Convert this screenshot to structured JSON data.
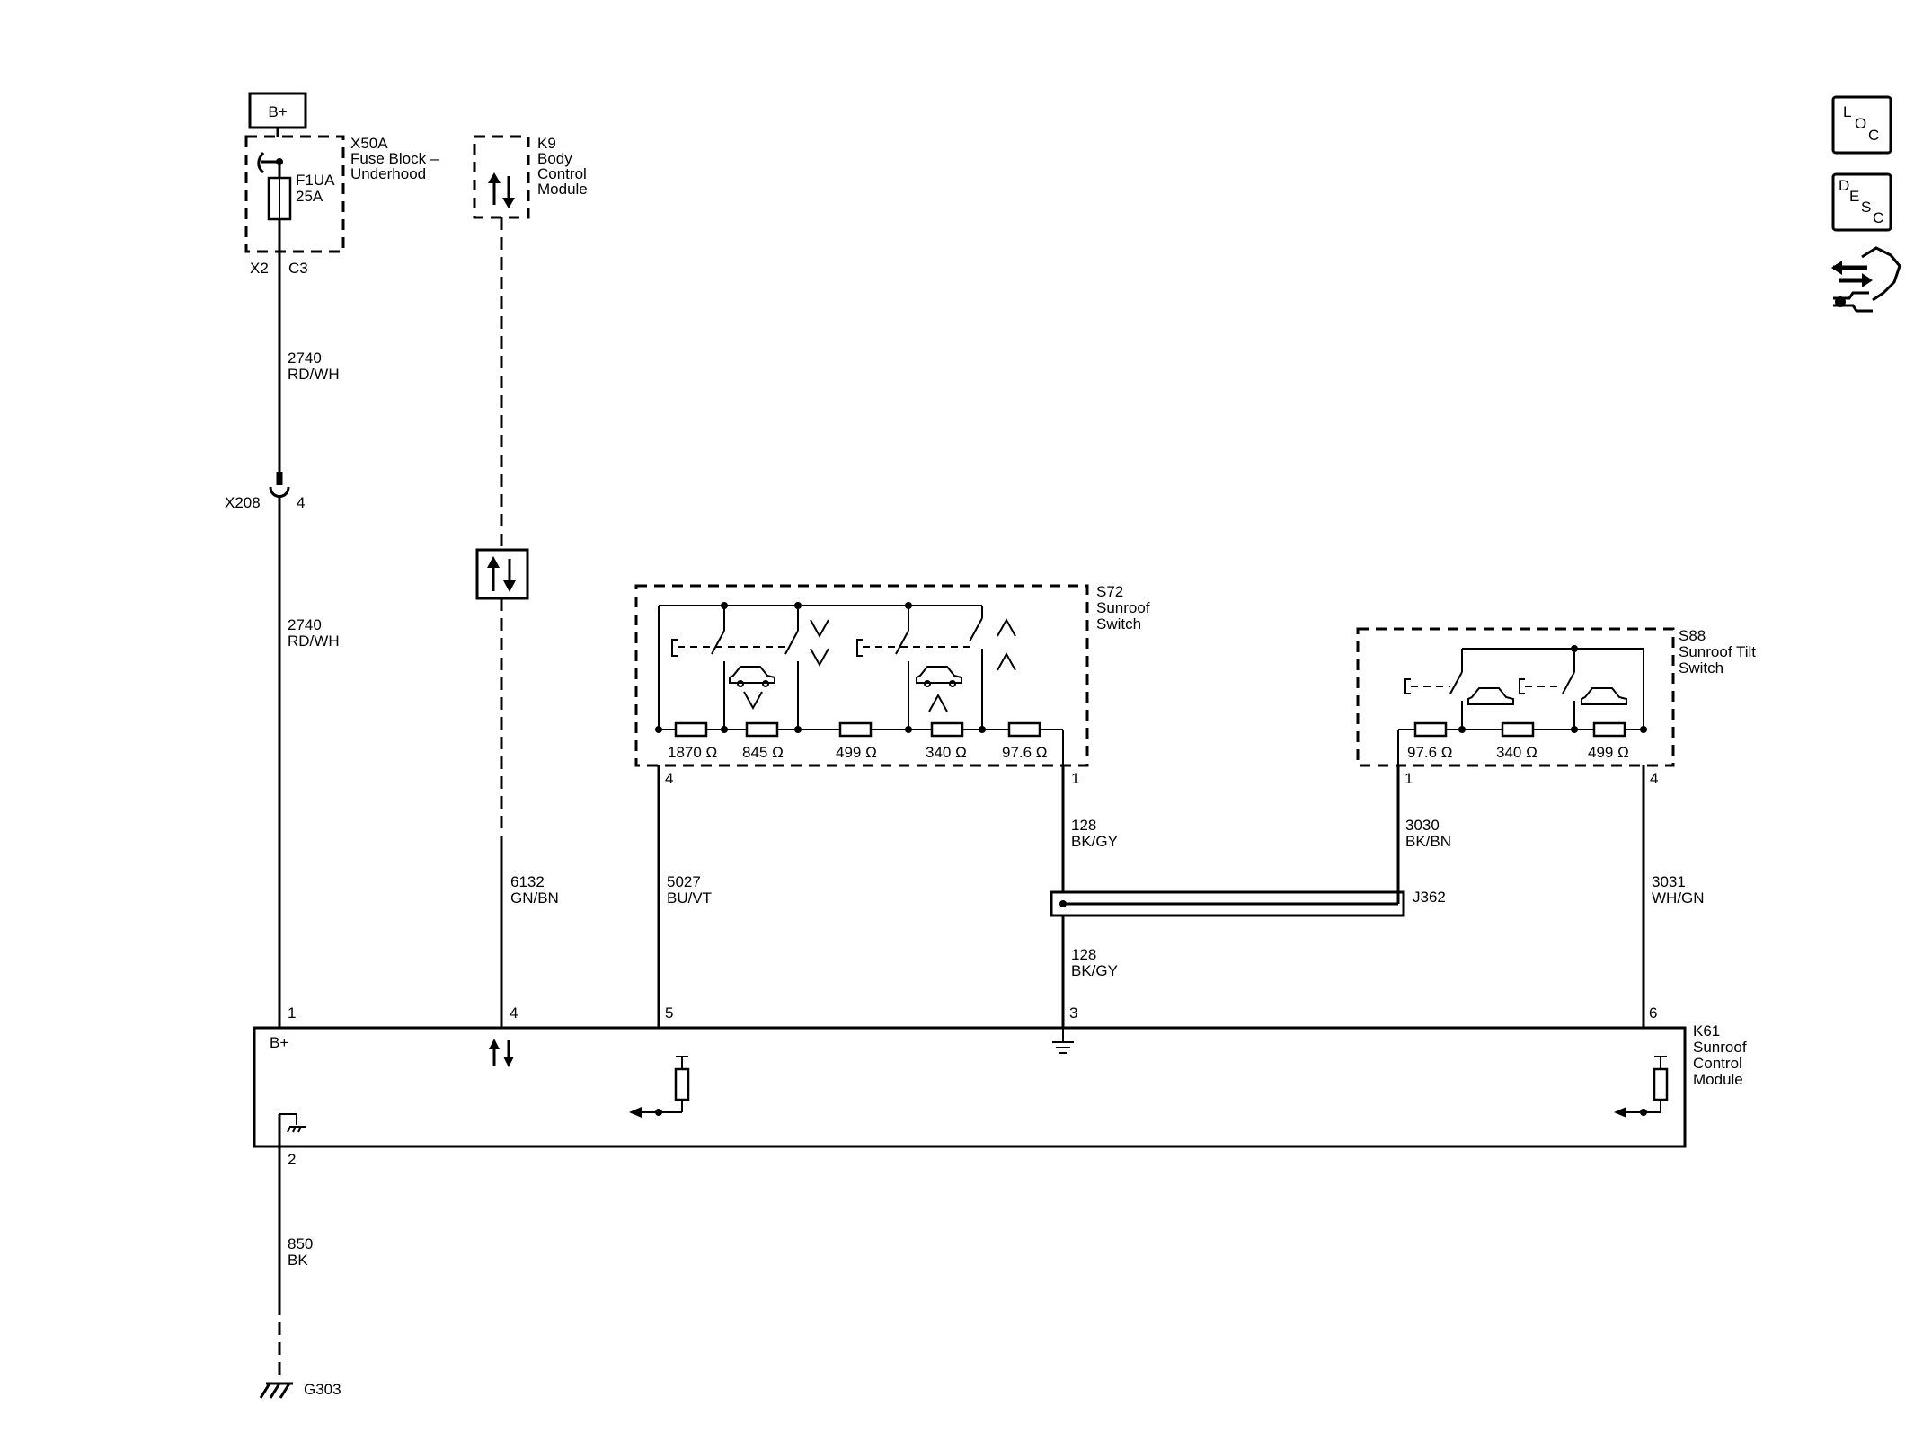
{
  "battery": {
    "label": "B+"
  },
  "fuse_block": {
    "ref": "X50A",
    "name_line1": "Fuse Block –",
    "name_line2": "Underhood",
    "fuse_ref": "F1UA",
    "fuse_rating": "25A",
    "conn_a": "X2",
    "conn_b": "C3"
  },
  "bcm": {
    "ref": "K9",
    "name_line1": "Body",
    "name_line2": "Control",
    "name_line3": "Module"
  },
  "wires": {
    "w2740_upper": {
      "circuit": "2740",
      "color": "RD/WH"
    },
    "w2740_lower": {
      "circuit": "2740",
      "color": "RD/WH"
    },
    "w6132": {
      "circuit": "6132",
      "color": "GN/BN"
    },
    "w5027": {
      "circuit": "5027",
      "color": "BU/VT"
    },
    "w128_upper": {
      "circuit": "128",
      "color": "BK/GY"
    },
    "w128_lower": {
      "circuit": "128",
      "color": "BK/GY"
    },
    "w3030": {
      "circuit": "3030",
      "color": "BK/BN"
    },
    "w3031": {
      "circuit": "3031",
      "color": "WH/GN"
    },
    "w850": {
      "circuit": "850",
      "color": "BK"
    }
  },
  "inline_connector": {
    "ref": "X208",
    "pin": "4"
  },
  "s72": {
    "ref": "S72",
    "name_line1": "Sunroof",
    "name_line2": "Switch",
    "resistors": [
      "1870 Ω",
      "845 Ω",
      "499 Ω",
      "340 Ω",
      "97.6 Ω"
    ],
    "pin_left": "4",
    "pin_right": "1"
  },
  "s88": {
    "ref": "S88",
    "name_line1": "Sunroof Tilt",
    "name_line2": "Switch",
    "resistors": [
      "97.6 Ω",
      "340 Ω",
      "499 Ω"
    ],
    "pin_left": "1",
    "pin_right": "4"
  },
  "splice": {
    "ref": "J362"
  },
  "k61": {
    "ref": "K61",
    "name_line1": "Sunroof",
    "name_line2": "Control",
    "name_line3": "Module",
    "bplus": "B+",
    "pin1": "1",
    "pin4": "4",
    "pin5": "5",
    "pin3": "3",
    "pin6": "6",
    "pin2": "2"
  },
  "ground": {
    "ref": "G303"
  },
  "side_icons": [
    {
      "name": "loc-icon",
      "letters": [
        "L",
        "O",
        "C"
      ]
    },
    {
      "name": "desc-icon",
      "letters": [
        "D",
        "E",
        "S",
        "C"
      ]
    },
    {
      "name": "connector-repair-icon"
    }
  ]
}
